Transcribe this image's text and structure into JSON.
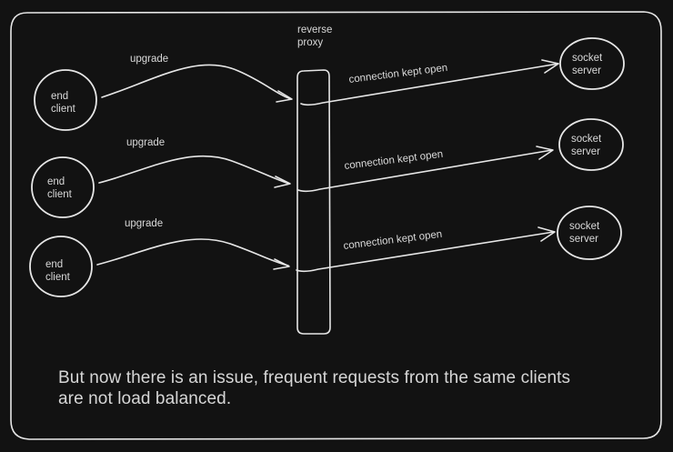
{
  "colors": {
    "background": "#121212",
    "stroke": "#e6e6e6",
    "text": "#d9d9d9",
    "caption": "#d6d6d6"
  },
  "proxy": {
    "label_line1": "reverse",
    "label_line2": "proxy"
  },
  "clients": [
    {
      "line1": "end",
      "line2": "client"
    },
    {
      "line1": "end",
      "line2": "client"
    },
    {
      "line1": "end",
      "line2": "client"
    }
  ],
  "servers": [
    {
      "line1": "socket",
      "line2": "server"
    },
    {
      "line1": "socket",
      "line2": "server"
    },
    {
      "line1": "socket",
      "line2": "server"
    }
  ],
  "upgrade_labels": [
    "upgrade",
    "upgrade",
    "upgrade"
  ],
  "connection_labels": [
    "connection kept open",
    "connection kept open",
    "connection kept open"
  ],
  "caption": {
    "line1": "But now there is an issue, frequent requests from the same clients",
    "line2": "are not load balanced."
  }
}
